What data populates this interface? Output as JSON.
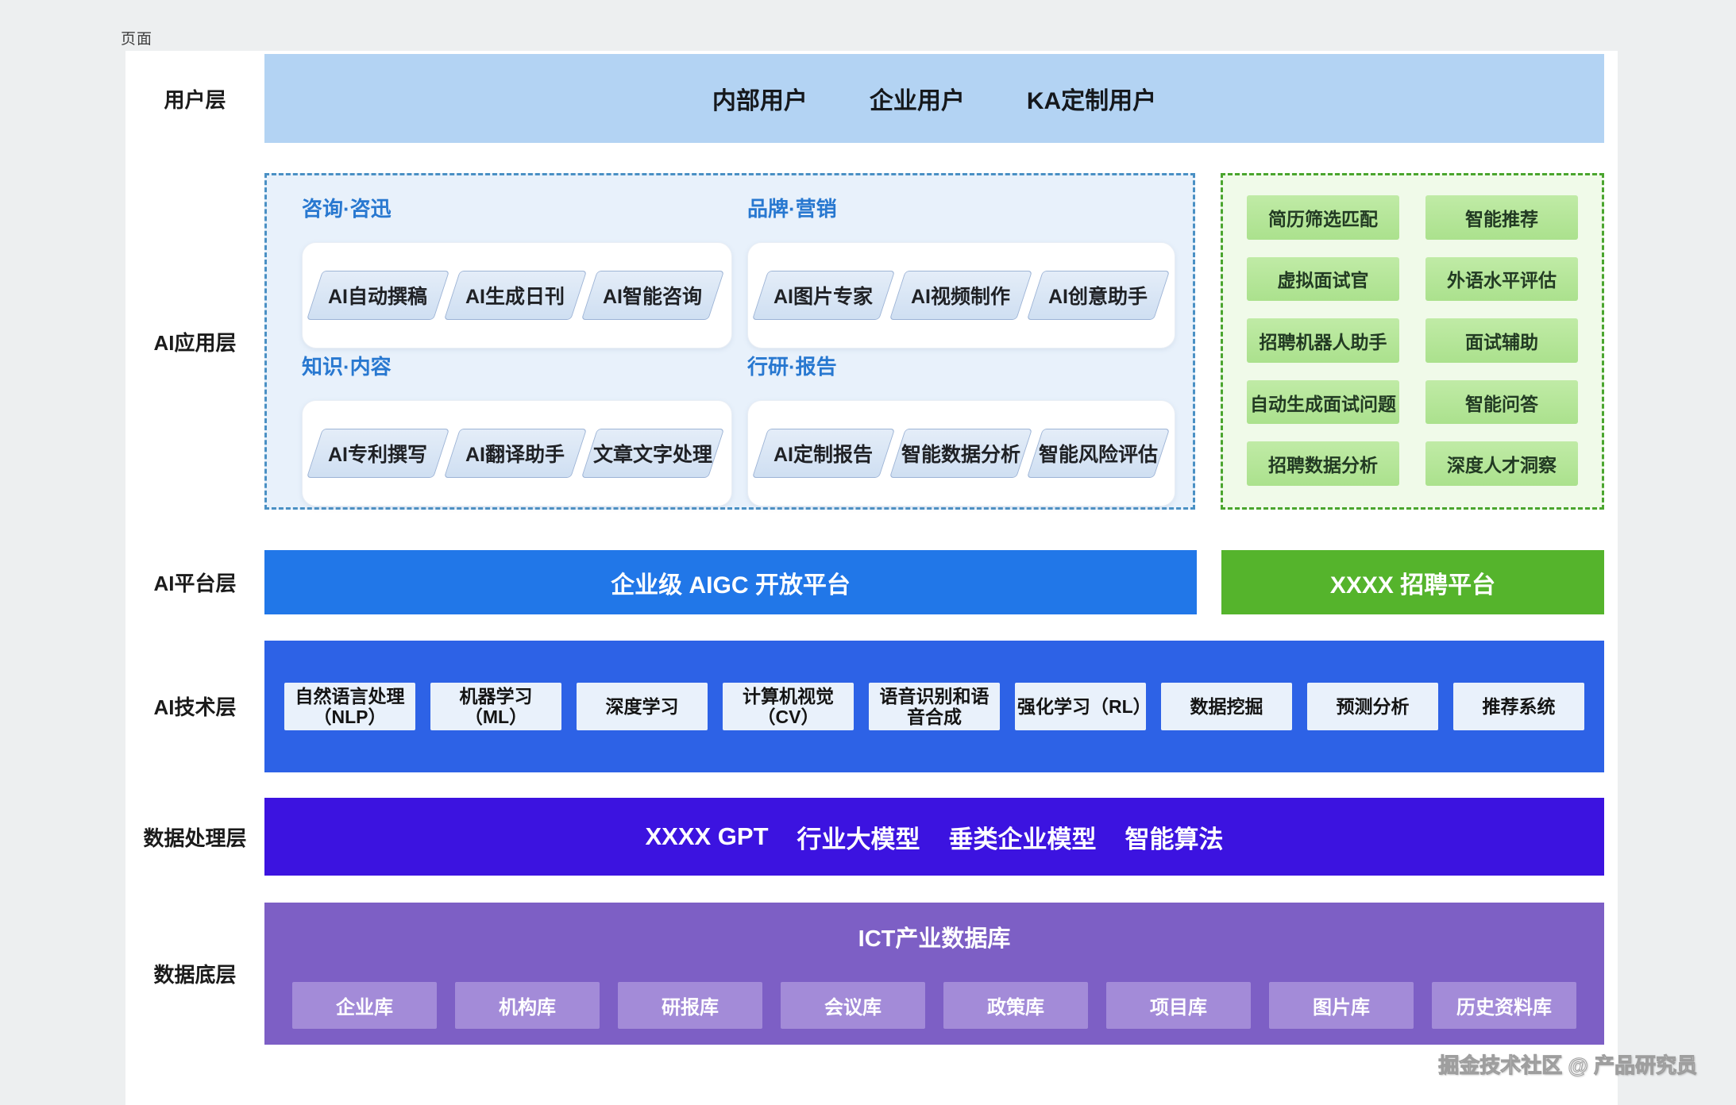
{
  "page_label": "页面",
  "layers": {
    "user": {
      "label": "用户层",
      "items": [
        "内部用户",
        "企业用户",
        "KA定制用户"
      ]
    },
    "app": {
      "label": "AI应用层",
      "sections": [
        {
          "title": "咨询·咨迅",
          "buttons": [
            "AI自动撰稿",
            "AI生成日刊",
            "AI智能咨询"
          ]
        },
        {
          "title": "品牌·营销",
          "buttons": [
            "AI图片专家",
            "AI视频制作",
            "AI创意助手"
          ]
        },
        {
          "title": "知识·内容",
          "buttons": [
            "AI专利撰写",
            "AI翻译助手",
            "文章文字处理"
          ]
        },
        {
          "title": "行研·报告",
          "buttons": [
            "AI定制报告",
            "智能数据分析",
            "智能风险评估"
          ]
        }
      ],
      "recruit_chips": [
        "简历筛选匹配",
        "智能推荐",
        "虚拟面试官",
        "外语水平评估",
        "招聘机器人助手",
        "面试辅助",
        "自动生成面试问题",
        "智能问答",
        "招聘数据分析",
        "深度人才洞察"
      ]
    },
    "platform": {
      "label": "AI平台层",
      "aigc": "企业级 AIGC 开放平台",
      "recruit": "XXXX 招聘平台"
    },
    "tech": {
      "label": "AI技术层",
      "chips": [
        "自然语言处理（NLP）",
        "机器学习（ML）",
        "深度学习",
        "计算机视觉（CV）",
        "语音识别和语音合成",
        "强化学习（RL）",
        "数据挖掘",
        "预测分析",
        "推荐系统"
      ]
    },
    "processing": {
      "label": "数据处理层",
      "items": [
        "XXXX GPT",
        "行业大模型",
        "垂类企业模型",
        "智能算法"
      ]
    },
    "data": {
      "label": "数据底层",
      "title": "ICT产业数据库",
      "chips": [
        "企业库",
        "机构库",
        "研报库",
        "会议库",
        "政策库",
        "项目库",
        "图片库",
        "历史资料库"
      ]
    }
  },
  "credit": "掘金技术社区 @ 产品研究员",
  "colors": {
    "canvas_bg": "#edeff0",
    "page_bg": "#ffffff",
    "user_bar": "#b3d3f3",
    "app_box_fill": "#e8f1fb",
    "app_box_border": "#4a90c4",
    "section_header": "#2878d0",
    "button_fill": "#d6e3f4",
    "recruit_box_fill": "#f0fae9",
    "recruit_box_border": "#4aa52e",
    "recruit_chip": "#b6e699",
    "platform_blue": "#2177e8",
    "platform_green": "#55b42c",
    "tech_band": "#2d62e6",
    "tech_chip": "#e9f1fb",
    "processing_bar": "#3c13e0",
    "data_panel": "#7d5fc5",
    "data_chip": "#a38bd8"
  }
}
